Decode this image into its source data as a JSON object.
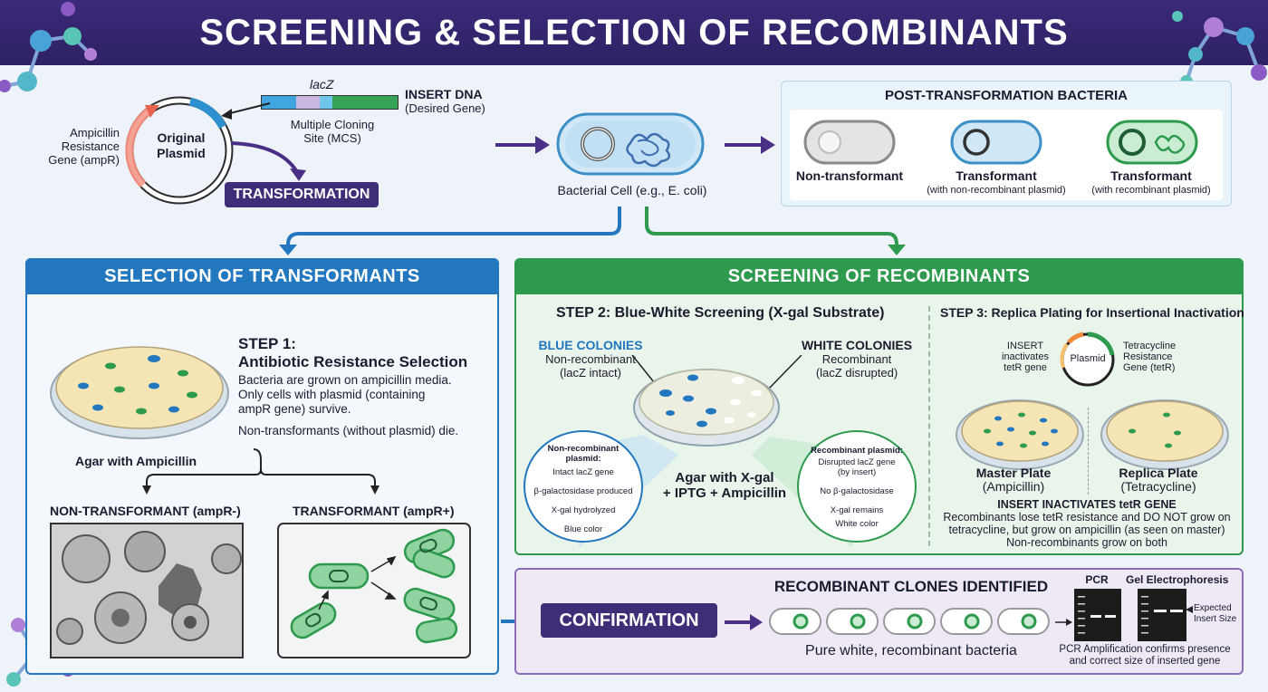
{
  "header": {
    "title": "SCREENING & SELECTION OF RECOMBINANTS"
  },
  "plasmid_section": {
    "lacz": "lacZ",
    "insert_dna": "INSERT DNA",
    "desired_gene": "(Desired Gene)",
    "mcs_line1": "Multiple Cloning",
    "mcs_line2": "Site (MCS)",
    "ampr_line1": "Ampicillin",
    "ampr_line2": "Resistance",
    "ampr_line3": "Gene (ampR)",
    "original_plasmid_line1": "Original",
    "original_plasmid_line2": "Plasmid",
    "transformation_button": "TRANSFORMATION",
    "bacterial_cell": "Bacterial Cell (e.g., E. coli)"
  },
  "post_transformation": {
    "title": "POST-TRANSFORMATION BACTERIA",
    "items": [
      {
        "label": "Non-transformant",
        "sub": ""
      },
      {
        "label": "Transformant",
        "sub": "(with non-recombinant plasmid)"
      },
      {
        "label": "Transformant",
        "sub": "(with recombinant plasmid)"
      }
    ]
  },
  "selection": {
    "title": "SELECTION OF TRANSFORMANTS",
    "step_title1": "STEP 1:",
    "step_title2": "Antibiotic Resistance Selection",
    "desc1": "Bacteria are grown on ampicillin media.",
    "desc2": "Only cells with plasmid (containing",
    "desc3": "ampR gene) survive.",
    "desc4": "Non-transformants (without plasmid) die.",
    "dish_label": "Agar with Ampicillin",
    "non_transformant": "NON-TRANSFORMANT (ampR-)",
    "transformant": "TRANSFORMANT (ampR+)"
  },
  "screening": {
    "title": "SCREENING OF RECOMBINANTS",
    "step2_title": "STEP 2: Blue-White Screening (X-gal Substrate)",
    "blue_colonies": "BLUE COLONIES",
    "blue_sub1": "Non-recombinant",
    "blue_sub2": "(lacZ intact)",
    "white_colonies": "WHITE COLONIES",
    "white_sub1": "Recombinant",
    "white_sub2": "(lacZ disrupted)",
    "agar_label1": "Agar with X-gal",
    "agar_label2": "+ IPTG + Ampicillin",
    "nonrec_circle": [
      "Non-recombinant",
      "plasmid:",
      "Intact lacZ gene",
      "β-galactosidase produced",
      "X-gal hydrolyzed",
      "Blue color"
    ],
    "rec_circle": [
      "Recombinant plasmid:",
      "Disrupted lacZ gene",
      "(by insert)",
      "No β-galactosidase",
      "X-gal remains",
      "White color"
    ],
    "step3_title": "STEP 3: Replica Plating for Insertional Inactivation",
    "insert_inact1": "INSERT",
    "insert_inact2": "inactivates",
    "insert_inact3": "tetR gene",
    "plasmid_small": "Plasmid",
    "tet1": "Tetracycline",
    "tet2": "Resistance",
    "tet3": "Gene (tetR)",
    "master1": "Master Plate",
    "master2": "(Ampicillin)",
    "replica1": "Replica Plate",
    "replica2": "(Tetracycline)",
    "inact_title": "INSERT INACTIVATES tetR GENE",
    "inact1": "Recombinants lose tetR resistance and DO NOT grow on",
    "inact2": "tetracycline, but grow on ampicillin (as seen on master)",
    "inact3": "Non-recombinants grow on both"
  },
  "confirmation": {
    "button": "CONFIRMATION",
    "title": "RECOMBINANT CLONES IDENTIFIED",
    "pure": "Pure white, recombinant bacteria",
    "pcr": "PCR",
    "gel": "Gel Electrophoresis",
    "expected1": "Expected",
    "expected2": "Insert Size",
    "pcr_desc1": "PCR Amplification confirms presence",
    "pcr_desc2": "and correct size of inserted gene"
  },
  "colors": {
    "purple": "#3f2d78",
    "blue": "#2277bf",
    "green": "#2e9a4e",
    "agar": "#f3e3b0"
  }
}
